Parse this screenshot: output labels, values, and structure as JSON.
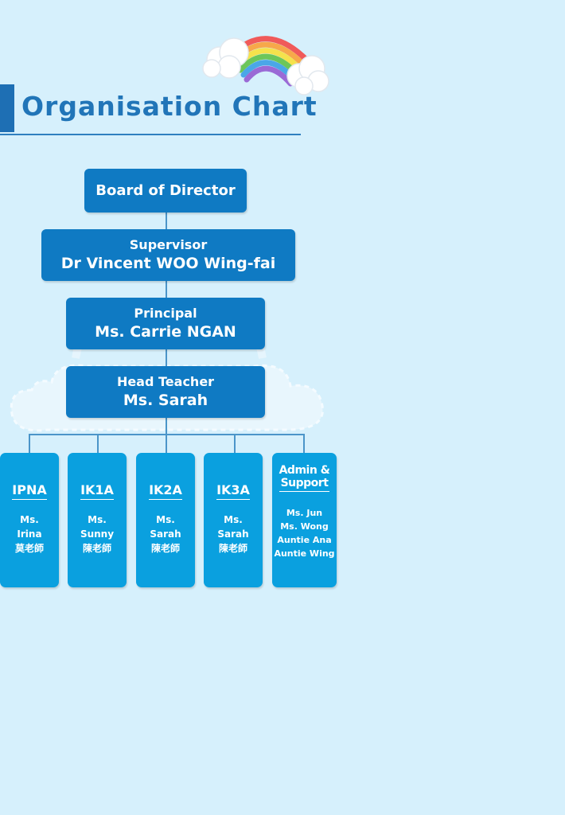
{
  "title": "Organisation Chart",
  "board": {
    "label": "Board of  Director"
  },
  "supervisor": {
    "role": "Supervisor",
    "name": "Dr Vincent WOO Wing-fai"
  },
  "principal": {
    "role": "Principal",
    "name": "Ms. Carrie NGAN"
  },
  "head_teacher": {
    "role": "Head Teacher",
    "name": "Ms. Sarah"
  },
  "classes": [
    {
      "code": "IPNA",
      "staff": [
        "Ms.",
        "Irina",
        "莫老師"
      ]
    },
    {
      "code": "IK1A",
      "staff": [
        "Ms.",
        "Sunny",
        "陳老師"
      ]
    },
    {
      "code": "IK2A",
      "staff": [
        "Ms.",
        "Sarah",
        "陳老師"
      ]
    },
    {
      "code": "IK3A",
      "staff": [
        "Ms.",
        "Sarah",
        "陳老師"
      ]
    },
    {
      "code_lines": [
        "Admin &",
        "Support"
      ],
      "staff": [
        "Ms. Jun",
        "Ms. Wong",
        "Auntie Ana",
        "Auntie Wing"
      ]
    }
  ],
  "colors": {
    "background": "#d6f0fc",
    "management_box": "#0f7ac3",
    "class_box": "#0aa0df",
    "title": "#2175b8"
  }
}
